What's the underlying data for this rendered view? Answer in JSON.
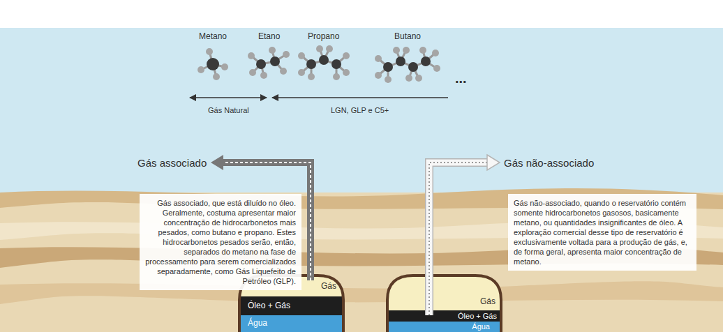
{
  "diagram": {
    "nodes": [
      {
        "text": [
          "Gás associado, que está diluído no óleo. Geralmente, costuma apresentar maior concentração de hidrocarbonetos mais pesados, como butano e propano. Estes hidrocarbonetos pesados serão, então, separados do metano na fase de processamento para serem comercializados separadamente, como Gás Liquefeito de Petróleo (GLP)."
        ]
      },
      {
        "text": [
          "Gás não-associado, quando o reservatório contém somente hidrocarbonetos gasosos, basicamente metano, ou quantidades insignificantes de óleo. A exploração comercial desse tipo de reservatório é exclusivamente voltada para a produção de gás, e, de forma geral, apresenta maior concentração de metano."
        ]
      },
      {
        "text": [
          "Gás"
        ]
      },
      {
        "text": [
          "Óleo + Gás"
        ]
      },
      {
        "text": [
          "Água"
        ]
      },
      {
        "text": [
          "Gás"
        ]
      },
      {
        "text": [
          "Óleo + Gás"
        ]
      },
      {
        "text": [
          "Água"
        ]
      }
    ],
    "labels": [
      "Metano",
      "Etano",
      "Propano",
      "Butano",
      "...",
      "Gás Natural",
      "LGN, GLP e C5+",
      "Gás associado",
      "Gás não-associado"
    ]
  }
}
